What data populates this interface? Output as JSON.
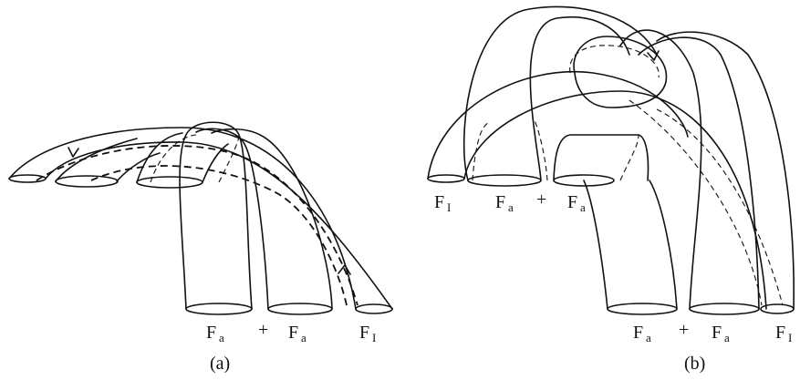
{
  "panels": [
    {
      "caption": "(a)",
      "labels": [
        {
          "main": "F",
          "sub": "a"
        },
        {
          "main": "+",
          "sub": ""
        },
        {
          "main": "F",
          "sub": "a"
        },
        {
          "main": "F",
          "sub": "I"
        }
      ]
    },
    {
      "caption": "(b)",
      "top_labels": [
        {
          "main": "F",
          "sub": "I"
        },
        {
          "main": "F",
          "sub": "a"
        },
        {
          "main": "+",
          "sub": ""
        },
        {
          "main": "F",
          "sub": "a"
        }
      ],
      "bottom_labels": [
        {
          "main": "F",
          "sub": "a"
        },
        {
          "main": "+",
          "sub": ""
        },
        {
          "main": "F",
          "sub": "a"
        },
        {
          "main": "F",
          "sub": "I"
        }
      ]
    }
  ]
}
